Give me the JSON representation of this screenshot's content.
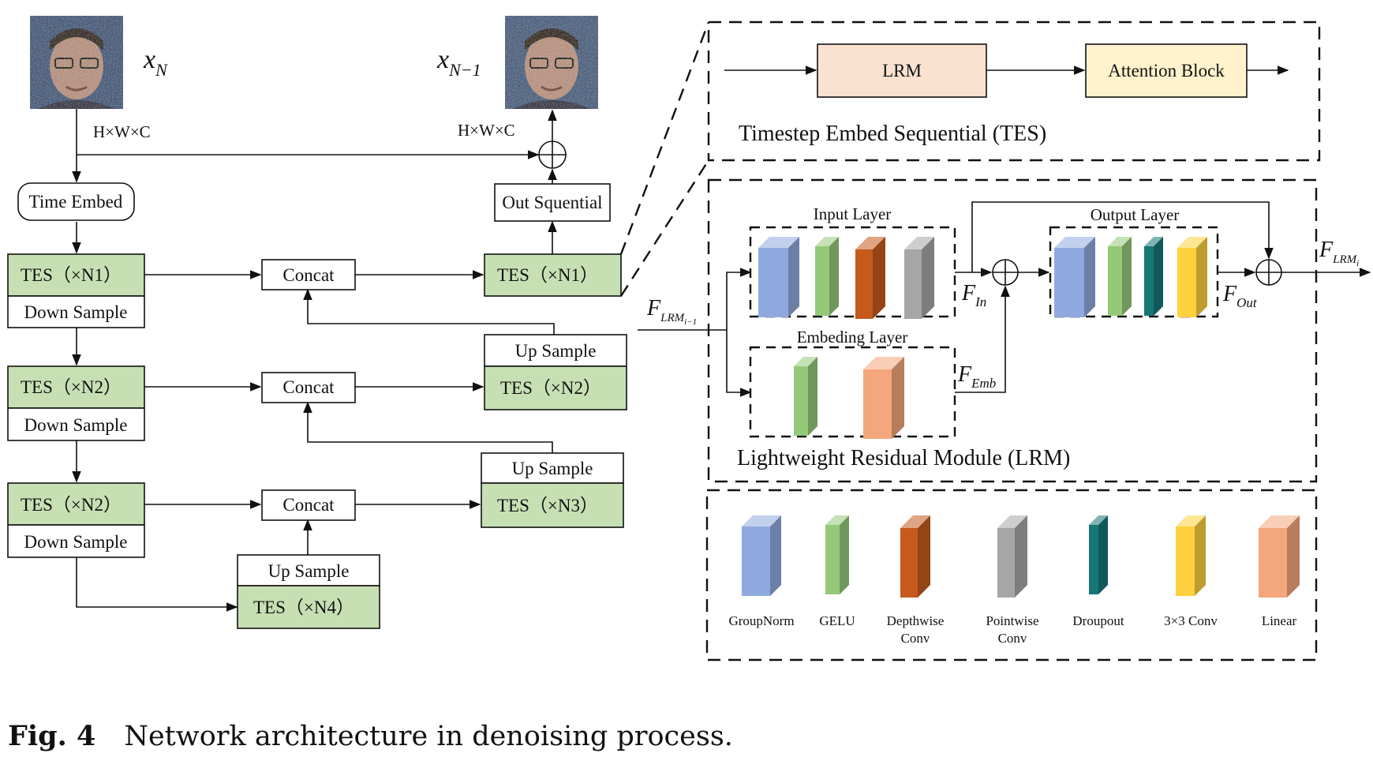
{
  "images": {
    "input_label": "x",
    "input_sub": "N",
    "output_label": "x",
    "output_sub": "N−1",
    "dims_in": "H×W×C",
    "dims_out": "H×W×C"
  },
  "unet": {
    "time_embed": "Time Embed",
    "out_sequential": "Out Squential",
    "encoder": [
      {
        "tes": "TES（×N1）",
        "down": "Down Sample"
      },
      {
        "tes": "TES（×N2）",
        "down": "Down Sample"
      },
      {
        "tes": "TES（×N2）",
        "down": "Down Sample"
      }
    ],
    "concat": [
      "Concat",
      "Concat",
      "Concat"
    ],
    "decoder_top": "TES（×N1）",
    "decoder": [
      {
        "up": "Up Sample",
        "tes": "TES（×N2）"
      },
      {
        "up": "Up Sample",
        "tes": "TES（×N3）"
      }
    ],
    "bottleneck": {
      "up": "Up Sample",
      "tes": "TES（×N4）"
    }
  },
  "tes_panel": {
    "lrm": "LRM",
    "attention": "Attention Block",
    "title": "Timestep Embed Sequential (TES)"
  },
  "lrm_panel": {
    "title": "Lightweight Residual Module (LRM)",
    "input_layer": "Input Layer",
    "output_layer": "Output Layer",
    "embedding_layer": "Embeding Layer",
    "f_in_main": "F",
    "f_in_sub": "In",
    "f_emb_main": "F",
    "f_emb_sub": "Emb",
    "f_out_main": "F",
    "f_out_sub": "Out",
    "f_lrm_prev_main": "F",
    "f_lrm_prev_sub": "LRM",
    "f_lrm_prev_subsub": "i−1",
    "f_lrm_main": "F",
    "f_lrm_sub": "LRM",
    "f_lrm_subsub": "i"
  },
  "legend": [
    {
      "label": "GroupNorm",
      "color": "#8fa9de"
    },
    {
      "label": "GELU",
      "color": "#95c97a"
    },
    {
      "label": "Depthwise\nConv",
      "color": "#c55a1c"
    },
    {
      "label": "Pointwise\nConv",
      "color": "#a6a6a6"
    },
    {
      "label": "Droupout",
      "color": "#167775"
    },
    {
      "label": "3×3 Conv",
      "color": "#fdd13d"
    },
    {
      "label": "Linear",
      "color": "#f4a67c"
    }
  ],
  "colors": {
    "tes_green": "#c6e0b4",
    "lrm_fill": "#fbe2d0",
    "attention_fill": "#fff2cc"
  },
  "caption": {
    "fig": "Fig. 4",
    "text": "Network architecture in denoising process."
  }
}
